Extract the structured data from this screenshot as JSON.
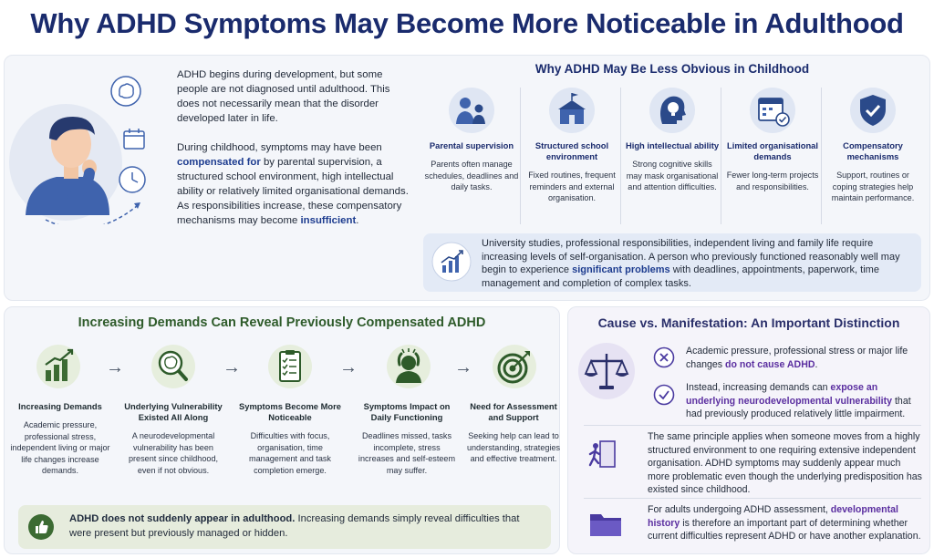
{
  "title": "Why ADHD Symptoms May Become More Noticeable in Adulthood",
  "intro": {
    "p1": "ADHD begins during development, but some people are not diagnosed until adulthood. This does not necessarily mean that the disorder developed later in life.",
    "p2_a": "During childhood, symptoms may have been ",
    "p2_hl1": "compensated for",
    "p2_b": " by parental supervision, a structured school environment, high intellectual ability or relatively limited organisational demands. As responsibilities increase, these compensatory mechanisms may become ",
    "p2_hl2": "insufficient",
    "p2_c": "."
  },
  "childhood": {
    "heading": "Why ADHD May Be Less Obvious in Childhood",
    "factors": [
      {
        "name": "Parental supervision",
        "desc": "Parents often manage schedules, deadlines and daily tasks.",
        "icon": "parent-child-icon"
      },
      {
        "name": "Structured school environment",
        "desc": "Fixed routines, frequent reminders and external organisation.",
        "icon": "school-icon"
      },
      {
        "name": "High intellectual ability",
        "desc": "Strong cognitive skills may mask organisational and attention difficulties.",
        "icon": "lightbulb-head-icon"
      },
      {
        "name": "Limited organisational demands",
        "desc": "Fewer long-term projects and responsibilities.",
        "icon": "calendar-check-icon"
      },
      {
        "name": "Compensatory mechanisms",
        "desc": "Support, routines or coping strategies help maintain performance.",
        "icon": "shield-check-icon"
      }
    ],
    "note_a": "University studies, professional responsibilities, independent living and family life require increasing levels of self-organisation. A person who previously functioned reasonably well may begin to experience ",
    "note_hl": "significant problems",
    "note_b": " with deadlines, appointments, paperwork, time management and completion of complex tasks."
  },
  "demands": {
    "heading": "Increasing Demands Can Reveal Previously Compensated ADHD",
    "steps": [
      {
        "name": "Increasing Demands",
        "desc": "Academic pressure, professional stress, independent living or major life changes increase demands.",
        "icon": "rising-chart-icon"
      },
      {
        "name": "Underlying Vulnerability Existed All Along",
        "desc": "A neurodevelopmental vulnerability has been present since childhood, even if not obvious.",
        "icon": "brain-magnifier-icon"
      },
      {
        "name": "Symptoms Become More Noticeable",
        "desc": "Difficulties with focus, organisation, time management and task completion emerge.",
        "icon": "checklist-icon"
      },
      {
        "name": "Symptoms Impact on Daily Functioning",
        "desc": "Deadlines missed, tasks incomplete, stress increases and self-esteem may suffer.",
        "icon": "stressed-person-icon"
      },
      {
        "name": "Need for Assessment and Support",
        "desc": "Seeking help can lead to understanding, strategies and effective treatment.",
        "icon": "target-icon"
      }
    ],
    "footer_bold": "ADHD does not suddenly appear in adulthood.",
    "footer_rest": " Increasing demands simply reveal difficulties that were present but previously managed or hidden."
  },
  "cause": {
    "heading": "Cause vs. Manifestation: An Important Distinction",
    "item1_a": "Academic pressure, professional stress or major life changes ",
    "item1_hl": "do not cause ADHD",
    "item1_b": ".",
    "item2_a": "Instead, increasing demands can ",
    "item2_hl": "expose an underlying neurodevelopmental vulnerability",
    "item2_b": " that had previously produced relatively little impairment.",
    "item3": "The same principle applies when someone moves from a highly structured environment to one requiring extensive independent organisation. ADHD symptoms may suddenly appear much more problematic even though the underlying predisposition has existed since childhood.",
    "item4_a": "For adults undergoing ADHD assessment, ",
    "item4_hl": "developmental history",
    "item4_b": " is therefore an important part of determining whether current difficulties represent ADHD or have another explanation."
  },
  "colors": {
    "navy": "#1a2b6d",
    "green": "#2e5b2a",
    "purple": "#5b2fa0",
    "blue": "#3d6bc4"
  }
}
